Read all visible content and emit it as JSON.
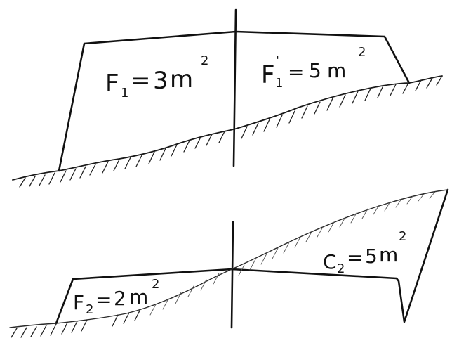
{
  "top_figure": {
    "left_area": {
      "name": "F",
      "subscript": "1",
      "prime": "",
      "equals": "=",
      "value": "3",
      "unit": "m",
      "exponent": "2"
    },
    "right_area": {
      "name": "F",
      "subscript": "1",
      "prime": "'",
      "equals": "=",
      "value": "5",
      "unit": "m",
      "exponent": "2"
    }
  },
  "bottom_figure": {
    "fill_area": {
      "name": "F",
      "subscript": "2",
      "equals": "=",
      "value": "2",
      "unit": "m",
      "exponent": "2"
    },
    "cut_area": {
      "name": "C",
      "subscript": "2",
      "equals": "=",
      "value": "5",
      "unit": "m",
      "exponent": "2"
    }
  },
  "colors": {
    "ink": "#111111",
    "paper": "#ffffff"
  }
}
